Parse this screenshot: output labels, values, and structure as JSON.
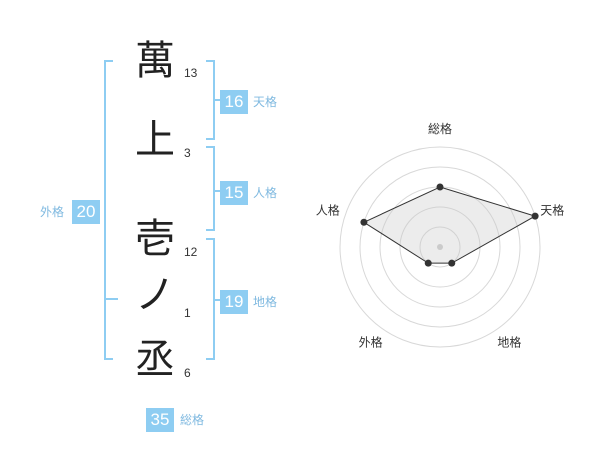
{
  "name_chars": [
    {
      "char": "萬",
      "strokes": "13"
    },
    {
      "char": "上",
      "strokes": "3"
    },
    {
      "char": "壱",
      "strokes": "12"
    },
    {
      "char": "ノ",
      "strokes": "1"
    },
    {
      "char": "丞",
      "strokes": "6"
    }
  ],
  "fortune": {
    "tenkaku": {
      "value": "16",
      "label": "天格"
    },
    "jinkaku": {
      "value": "15",
      "label": "人格"
    },
    "chikaku": {
      "value": "19",
      "label": "地格"
    },
    "gaikaku": {
      "value": "20",
      "label": "外格"
    },
    "soukaku": {
      "value": "35",
      "label": "総格"
    }
  },
  "colors": {
    "accent": "#8ecdf2",
    "label": "#7fb9e0"
  },
  "chart_data": {
    "type": "radar",
    "axes": [
      "総格",
      "天格",
      "地格",
      "外格",
      "人格"
    ],
    "values": [
      3,
      5,
      1,
      1,
      4
    ],
    "max": 5,
    "grid": true
  }
}
